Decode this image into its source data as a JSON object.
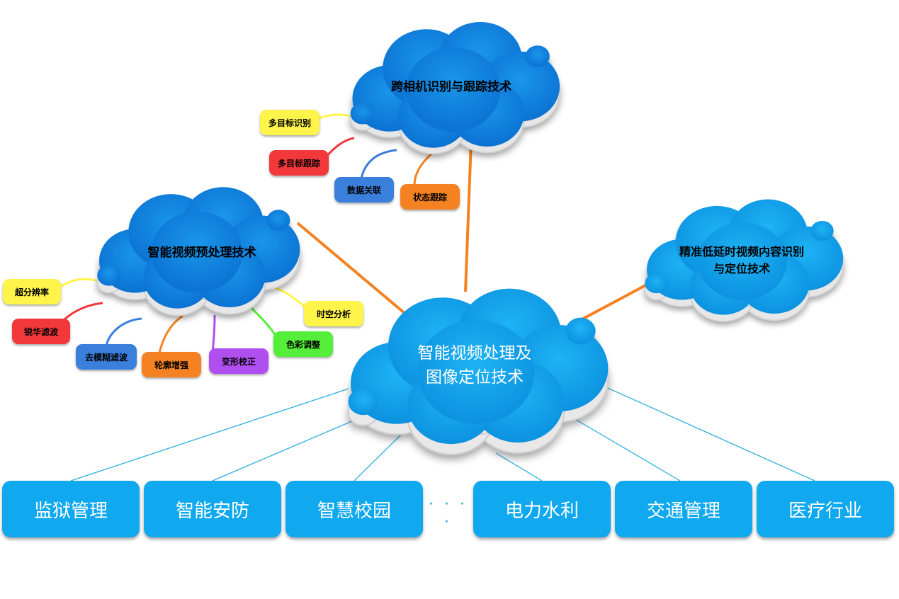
{
  "center": {
    "line1": "智能视频处理及",
    "line2": "图像定位技术"
  },
  "tracking": {
    "title": "跨相机识别与跟踪技术",
    "items": [
      {
        "label": "多目标识别",
        "color": "#fff44a"
      },
      {
        "label": "多目标跟踪",
        "color": "#f2373a"
      },
      {
        "label": "数据关联",
        "color": "#3b7fdc"
      },
      {
        "label": "状态跟踪",
        "color": "#f58220"
      }
    ]
  },
  "preprocess": {
    "title": "智能视频预处理技术",
    "items": [
      {
        "label": "超分辨率",
        "color": "#fff44a"
      },
      {
        "label": "锐华滤波",
        "color": "#f2373a"
      },
      {
        "label": "去模糊滤波",
        "color": "#3b7fdc"
      },
      {
        "label": "轮廓增强",
        "color": "#f58220"
      },
      {
        "label": "变形校正",
        "color": "#b04ff0"
      },
      {
        "label": "色彩调整",
        "color": "#55ee3a"
      },
      {
        "label": "时空分析",
        "color": "#fff44a"
      }
    ]
  },
  "recognition": {
    "line1": "精准低延时视频内容识别",
    "line2": "与定位技术"
  },
  "sectors": {
    "items": [
      "监狱管理",
      "智能安防",
      "智慧校园",
      "电力水利",
      "交通管理",
      "医疗行业"
    ],
    "ellipsis": "· · · ·"
  },
  "colors": {
    "cloud": "#12a5ec",
    "cloud_dark": "#0a86d4",
    "connector": "#f58220",
    "thin_line": "#2aaee0"
  }
}
